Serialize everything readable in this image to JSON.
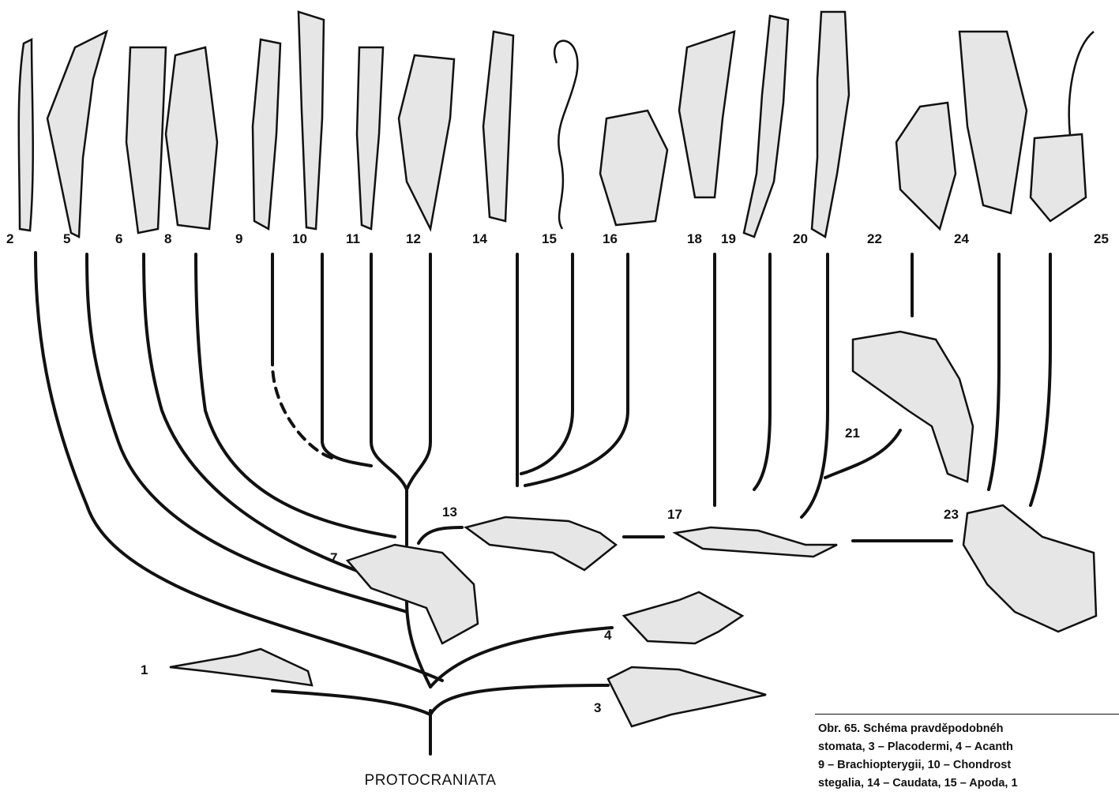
{
  "figure": {
    "root_label": "PROTOCRANIATA",
    "caption_lines": [
      "Obr. 65.   Schéma pravděpodobnéh",
      "stomata, 3 – Placodermi, 4 – Acanth",
      "9 – Brachiopterygii, 10 – Chondrost",
      "stegalia, 14 – Caudata, 15 – Apoda, 1"
    ],
    "top_numbers": [
      "2",
      "5",
      "6",
      "8",
      "9",
      "10",
      "11",
      "12",
      "14",
      "15",
      "16",
      "18",
      "19",
      "20",
      "22",
      "24",
      "25"
    ],
    "node_numbers": [
      "1",
      "3",
      "4",
      "7",
      "13",
      "17",
      "21",
      "23"
    ],
    "colors": {
      "ink": "#111111",
      "paper": "#ffffff",
      "fill_light": "#e6e6e6"
    }
  }
}
